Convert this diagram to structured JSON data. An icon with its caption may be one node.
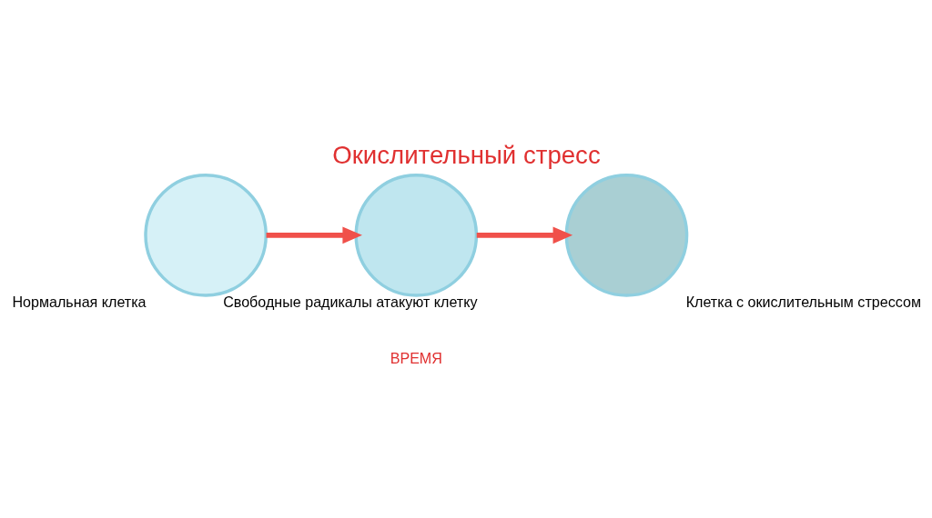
{
  "diagram": {
    "title": "Окислительный стресс",
    "nodes": [
      {
        "text": [],
        "shape": "circle",
        "beside": [
          "Нормальная клетка"
        ]
      },
      {
        "text": [],
        "shape": "circle",
        "beside": [
          "Свободные радикалы атакуют клетку"
        ]
      },
      {
        "text": [],
        "shape": "circle",
        "beside": [
          "Клетка с окислительным стрессом"
        ]
      }
    ],
    "edges": [
      {
        "from": 0,
        "to": 1,
        "arrow": "to"
      },
      {
        "from": 1,
        "to": 2,
        "arrow": "to"
      }
    ],
    "labels": [
      "ВРЕМЯ"
    ]
  }
}
